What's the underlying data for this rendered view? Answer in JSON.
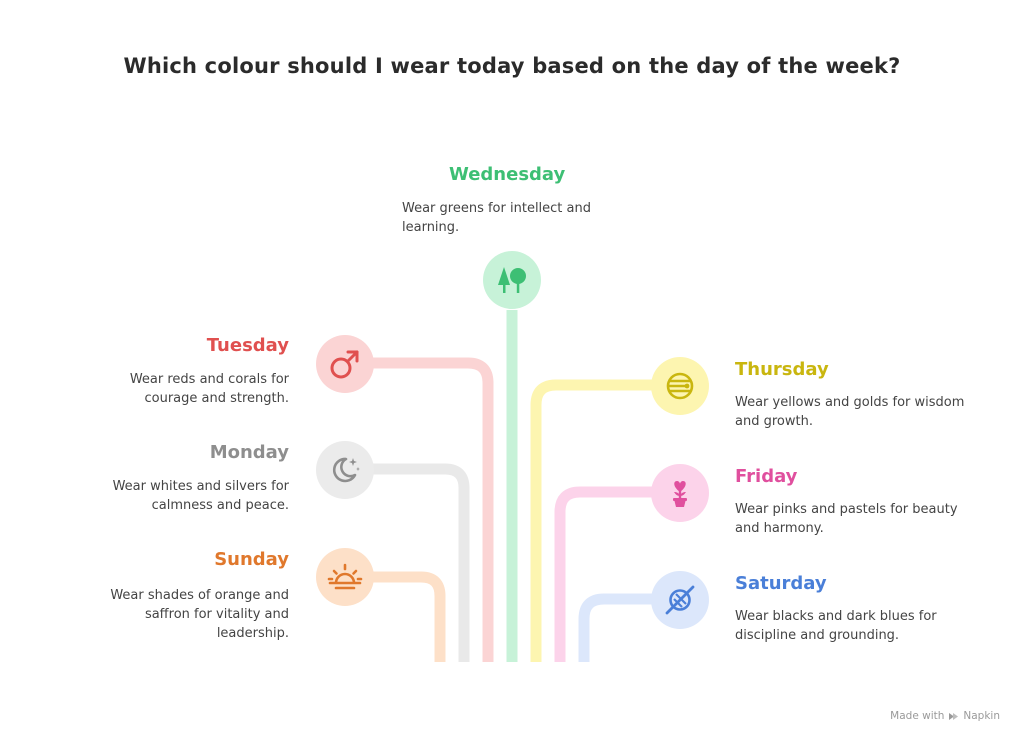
{
  "title": "Which colour should I wear today based on the day of the week?",
  "colors": {
    "wednesday": "#3dbf74",
    "tuesday": "#e0504f",
    "monday": "#8e8e8e",
    "sunday": "#e0782c",
    "thursday": "#c9b60f",
    "friday": "#e04f9e",
    "saturday": "#4a7fd8"
  },
  "days": {
    "wednesday": {
      "name": "Wednesday",
      "desc": "Wear greens for intellect and learning.",
      "icon": "trees-icon"
    },
    "tuesday": {
      "name": "Tuesday",
      "desc": "Wear reds and corals for courage and strength.",
      "icon": "mars-icon"
    },
    "monday": {
      "name": "Monday",
      "desc": "Wear whites and silvers for calmness and peace.",
      "icon": "moon-stars-icon"
    },
    "sunday": {
      "name": "Sunday",
      "desc": "Wear shades of orange and saffron for vitality and leadership.",
      "icon": "sunrise-icon"
    },
    "thursday": {
      "name": "Thursday",
      "desc": "Wear yellows and golds for wisdom and growth.",
      "icon": "jupiter-icon"
    },
    "friday": {
      "name": "Friday",
      "desc": "Wear pinks and pastels for beauty and harmony.",
      "icon": "flower-pot-icon"
    },
    "saturday": {
      "name": "Saturday",
      "desc": "Wear blacks and dark blues for discipline and grounding.",
      "icon": "saturn-icon"
    }
  },
  "footer": {
    "made_with": "Made with",
    "brand": "Napkin"
  }
}
